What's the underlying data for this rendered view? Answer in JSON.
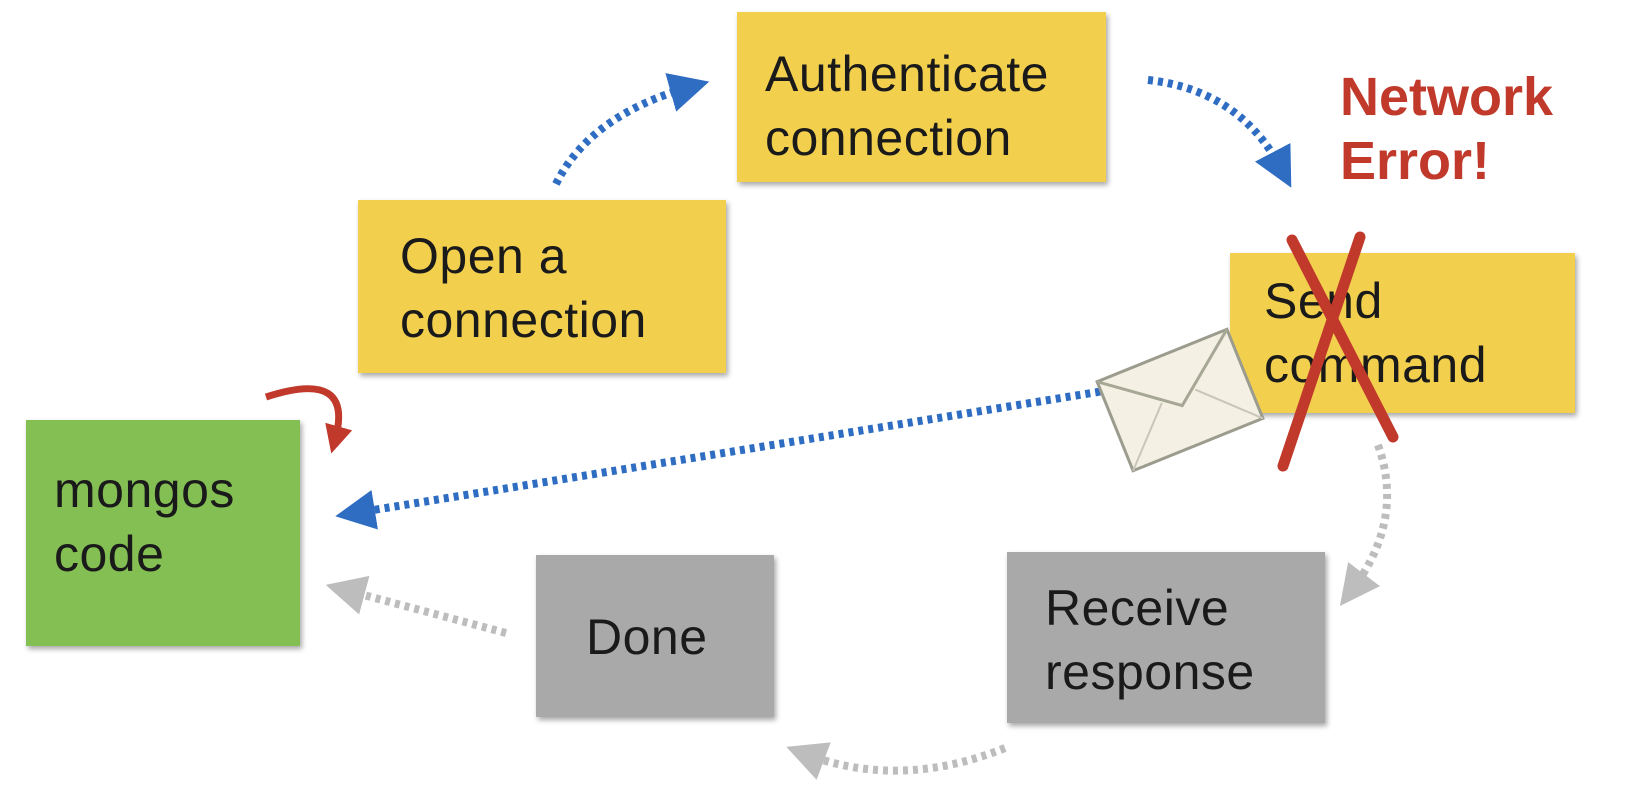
{
  "nodes": {
    "authenticate": {
      "label": "Authenticate\nconnection",
      "color": "#f2d04e"
    },
    "open": {
      "label": "Open a\nconnection",
      "color": "#f2d04e"
    },
    "send": {
      "label": "Send\ncommand",
      "color": "#f2d04e"
    },
    "mongos": {
      "label": "mongos\ncode",
      "color": "#84bf54"
    },
    "done": {
      "label": "Done",
      "color": "#a9a9a9"
    },
    "receive": {
      "label": "Receive\nresponse",
      "color": "#a9a9a9"
    }
  },
  "error": {
    "label": "Network\nError!",
    "color": "#c0392b"
  },
  "colors": {
    "blue_arrow": "#2f6dc3",
    "gray_arrow": "#bdbdbd",
    "red_arrow": "#c0392b",
    "cross": "#c0392b"
  },
  "icons": [
    "envelope-icon",
    "cross-mark-icon"
  ]
}
